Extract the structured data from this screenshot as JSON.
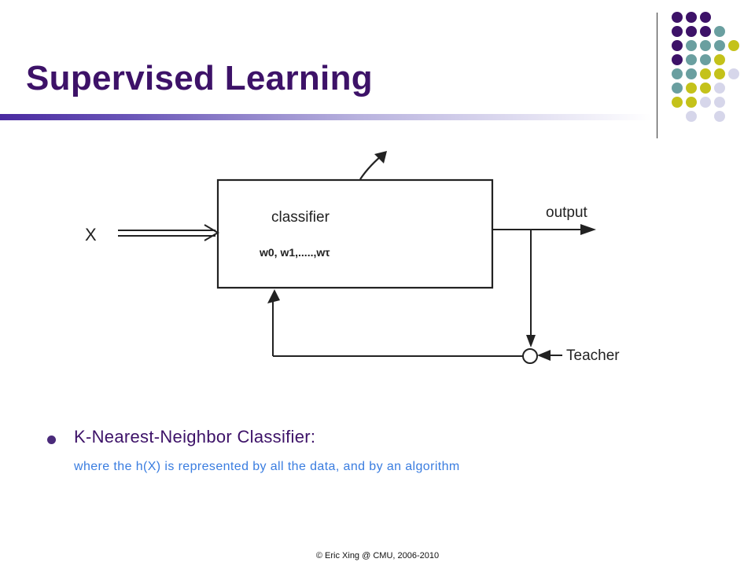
{
  "slide": {
    "title": "Supervised Learning",
    "footer": "© Eric Xing @ CMU, 2006-2010"
  },
  "diagram": {
    "input_label": "X",
    "box_label": "classifier",
    "weights_label": "w0, w1,.....,wτ",
    "output_label": "output",
    "teacher_label": "Teacher"
  },
  "bullets": [
    {
      "main": "K-Nearest-Neighbor Classifier:",
      "sub": "where the h(X) is represented by all the data, and by an algorithm"
    }
  ],
  "colors": {
    "title": "#3d1268",
    "accent_purple": "#3d1268",
    "accent_teal": "#6a9fa0",
    "accent_yellow": "#c4c21a",
    "accent_lavender": "#d6d6ea",
    "sub_text": "#3a7de0"
  }
}
